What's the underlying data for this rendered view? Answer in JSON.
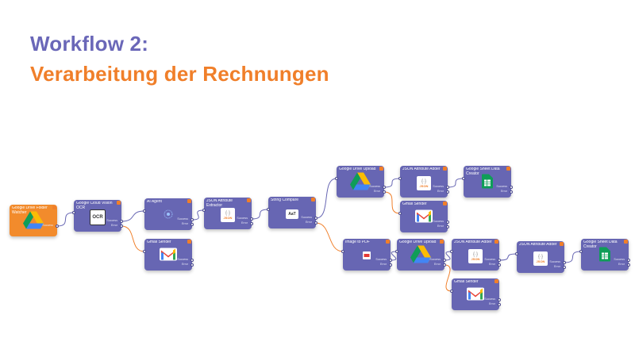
{
  "title": {
    "line1": "Workflow 2:",
    "line2": "Verarbeitung der Rechnungen"
  },
  "ports": {
    "success": "Success",
    "error": "Error"
  },
  "nodes": [
    {
      "id": "n1",
      "label": "Google Drive Folder Watcher",
      "icon": "google-drive-icon",
      "type": "trigger"
    },
    {
      "id": "n2",
      "label": "Google Cloud Vision OCR",
      "icon": "ocr-icon",
      "icon_text": "OCR"
    },
    {
      "id": "n3",
      "label": "AI Agent",
      "icon": "ai-agent-icon"
    },
    {
      "id": "n4",
      "label": "Gmail Sender",
      "icon": "gmail-icon"
    },
    {
      "id": "n5",
      "label": "JSON Attribute Extractor",
      "icon": "json-icon",
      "icon_text": "JSON"
    },
    {
      "id": "n6",
      "label": "String Compare",
      "icon": "string-compare-icon",
      "icon_text": "AaT"
    },
    {
      "id": "n7",
      "label": "Google Drive Upload",
      "icon": "google-drive-icon"
    },
    {
      "id": "n8",
      "label": "JSON Attribute Adder",
      "icon": "json-icon",
      "icon_text": "JSON"
    },
    {
      "id": "n9",
      "label": "Google Sheet Data Creator",
      "icon": "google-sheets-icon"
    },
    {
      "id": "n10",
      "label": "Gmail Sender",
      "icon": "gmail-icon"
    },
    {
      "id": "n11",
      "label": "Image to PDF",
      "icon": "pdf-icon"
    },
    {
      "id": "n12",
      "label": "Google Drive Upload",
      "icon": "google-drive-icon"
    },
    {
      "id": "n13",
      "label": "JSON Attribute Adder",
      "icon": "json-icon",
      "icon_text": "JSON"
    },
    {
      "id": "n14",
      "label": "JSON Attribute Adder",
      "icon": "json-icon",
      "icon_text": "JSON"
    },
    {
      "id": "n15",
      "label": "Google Sheet Data Creator",
      "icon": "google-sheets-icon"
    },
    {
      "id": "n16",
      "label": "Gmail Sender",
      "icon": "gmail-icon"
    }
  ],
  "colors": {
    "node": "#6766b3",
    "trigger": "#f28b2c",
    "success_edge": "#6766b3",
    "error_edge": "#f07f2a",
    "title1": "#6a67b8",
    "title2": "#f07f2a"
  }
}
